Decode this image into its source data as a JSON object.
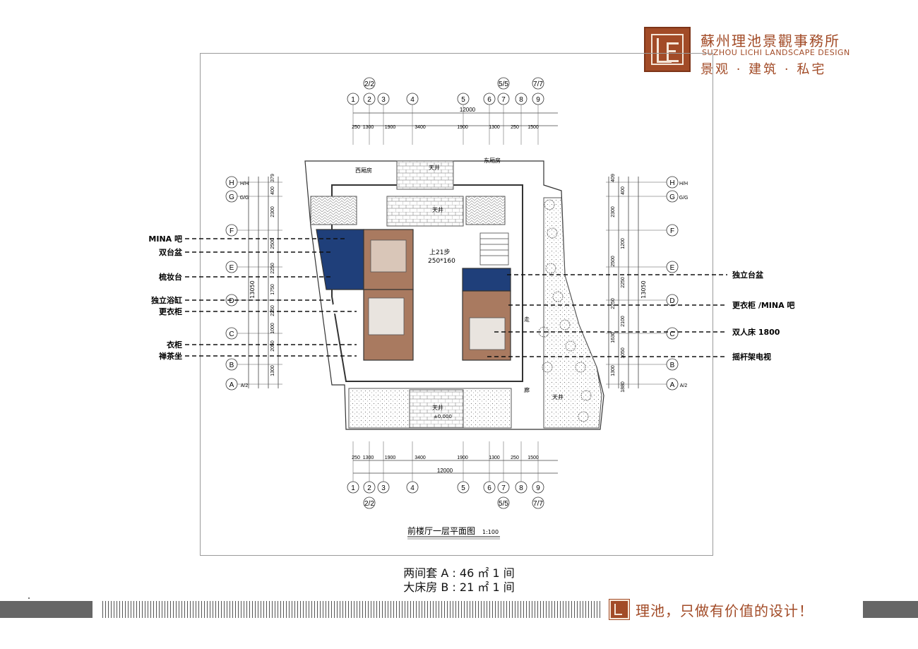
{
  "brand": {
    "name_cn": "蘇州理池景觀事務所",
    "name_en": "SUZHOU LICHI LANDSCAPE DESIGN",
    "tagline": "景观 · 建筑 · 私宅",
    "slogan": "理池，只做有价值的设计！"
  },
  "plan": {
    "title": "前楼厅一层平面图",
    "scale": "1:100",
    "total_dim": "12000",
    "top_dims": [
      "250",
      "1300",
      "1900",
      "3400",
      "1900",
      "1300",
      "250",
      "1500"
    ],
    "bottom_dims": [
      "250",
      "1300",
      "1900",
      "3400",
      "1900",
      "1300",
      "250",
      "1500"
    ],
    "col_axes": [
      "1",
      "2",
      "3",
      "4",
      "5",
      "6",
      "7",
      "8",
      "9"
    ],
    "col_sub_top": {
      "2": "2/2",
      "7": "5/5",
      "9": "7/7"
    },
    "row_axes": [
      "H",
      "G",
      "F",
      "E",
      "D",
      "C",
      "B",
      "A"
    ],
    "row_side_tags": [
      "H/H",
      "G/G",
      "A/2"
    ],
    "left_total": "13050",
    "right_total": "13050",
    "left_dims": [
      "379",
      "400",
      "2300",
      "2500",
      "2250",
      "1750",
      "2250",
      "1000",
      "2050",
      "1300"
    ],
    "right_dims": [
      "409",
      "400",
      "2300",
      "1200",
      "2500",
      "2250",
      "2250",
      "2100",
      "1630",
      "1050",
      "1300",
      "1880"
    ],
    "rooms": {
      "west_wing": "西厢房",
      "east_wing": "东厢房",
      "courtyard": "天井",
      "corridor_a": "走",
      "corridor_b": "廊",
      "stair": "上21步",
      "stair_size": "250*160",
      "level": "±0.000"
    }
  },
  "left_labels": [
    "MINA 吧",
    "双台盆",
    "梳妆台",
    "独立浴缸",
    "更衣柜",
    "衣柜",
    "禅茶坐"
  ],
  "right_labels": [
    "独立台盆",
    "更衣柜 /MINA 吧",
    "双人床 1800",
    "摇杆架电视"
  ],
  "summary": {
    "line1": "两间套 A : 46 ㎡  1 间",
    "line2": "大床房 B : 21 ㎡  1 间"
  },
  "colors": {
    "brand": "#a24b27",
    "blue_room": "#1f3f7a",
    "brown_room": "#a97a60",
    "wall": "#333333"
  }
}
